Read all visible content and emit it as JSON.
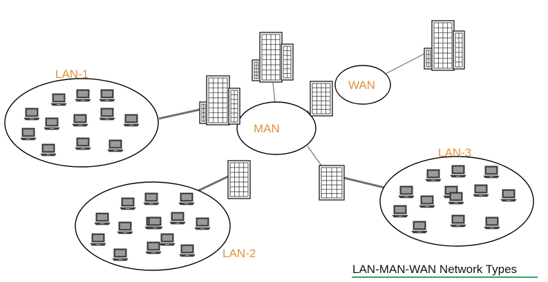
{
  "diagram": {
    "title": "LAN-MAN-WAN Network Types",
    "colors": {
      "label": "#e0913a",
      "line": "#707070",
      "outline": "#000000",
      "caption_underline": "#2aa35a"
    },
    "icons": {
      "computer": "laptop-computer-icon",
      "building": "office-building-icon"
    },
    "networks": [
      {
        "id": "lan-1",
        "label": "LAN-1",
        "computers": 12
      },
      {
        "id": "lan-2",
        "label": "LAN-2",
        "computers": 14
      },
      {
        "id": "lan-3",
        "label": "LAN-3",
        "computers": 13
      },
      {
        "id": "man",
        "label": "MAN"
      },
      {
        "id": "wan",
        "label": "WAN"
      }
    ]
  }
}
